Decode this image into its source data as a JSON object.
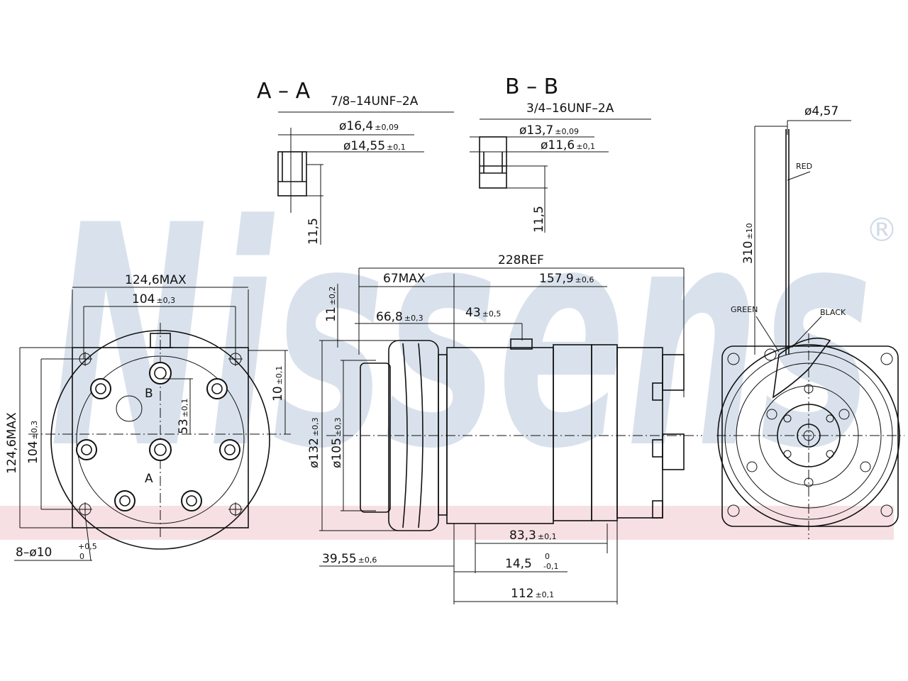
{
  "watermark": {
    "brand": "Nissens",
    "registered_mark": "®",
    "brand_color": "#c9d6e6",
    "stripe_color": "#f2c8cc"
  },
  "sections": {
    "a": {
      "label": "A – A",
      "thread": "7/8–14UNF–2A",
      "d_outer": "ø16,4",
      "d_outer_tol": "±0,09",
      "d_inner": "ø14,55",
      "d_inner_tol": "±0,1",
      "depth": "11,5"
    },
    "b": {
      "label": "B – B",
      "thread": "3/4–16UNF–2A",
      "d_outer": "ø13,7",
      "d_outer_tol": "±0,09",
      "d_inner": "ø11,6",
      "d_inner_tol": "±0,1",
      "depth": "11,5"
    }
  },
  "front_view": {
    "width_max": "124,6MAX",
    "bolt_spacing": "104",
    "bolt_spacing_tol": "±0,3",
    "height_max": "124,6MAX",
    "height_spacing": "104",
    "height_spacing_tol": "±0,3",
    "port_offset": "53",
    "port_offset_tol": "±0,1",
    "port_b": "B",
    "port_a": "A",
    "side_offset": "10",
    "side_offset_tol": "±0,1",
    "holes": "8–ø10",
    "holes_tol_plus": "+0,5",
    "holes_tol_zero": "0"
  },
  "side_view": {
    "overall": "228REF",
    "clutch_max": "67MAX",
    "body_len": "157,9",
    "body_len_tol": "±0,6",
    "to_center": "66,8",
    "to_center_tol": "±0,3",
    "port_pos": "43",
    "port_pos_tol": "±0,5",
    "top_offset": "11",
    "top_offset_tol": "±0,2",
    "pulley_dia": "ø132",
    "pulley_dia_tol": "±0,3",
    "hub_dia": "ø105",
    "hub_dia_tol": "±0,3",
    "mount_span": "83,3",
    "mount_span_tol": "±0,1",
    "flange": "14,5",
    "flange_tol_plus": "0",
    "flange_tol_minus": "-0,1",
    "pulley_pos": "39,55",
    "pulley_pos_tol": "±0,6",
    "mount_total": "112",
    "mount_total_tol": "±0,1"
  },
  "rear_view": {
    "wire_dia": "ø4,57",
    "cable_length": "310",
    "cable_length_tol": "±10",
    "tag_red": "RED",
    "tag_green": "GREEN",
    "tag_black": "BLACK"
  }
}
